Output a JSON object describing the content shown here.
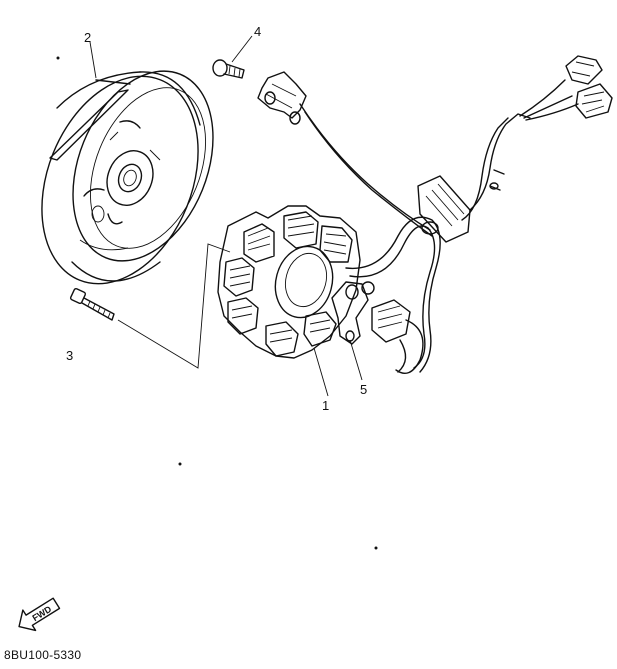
{
  "diagram": {
    "parts": [
      {
        "ref": "1"
      },
      {
        "ref": "2"
      },
      {
        "ref": "3"
      },
      {
        "ref": "4"
      },
      {
        "ref": "5"
      }
    ],
    "direction_arrow_label": "FWD",
    "drawing_code": "8BU100-5330"
  }
}
